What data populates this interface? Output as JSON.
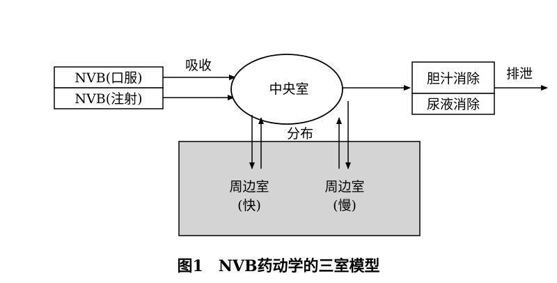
{
  "diagram": {
    "inputs": [
      {
        "label": "NVB(口服)"
      },
      {
        "label": "NVB(注射)"
      }
    ],
    "absorption_label": "吸收",
    "central": {
      "label": "中央室"
    },
    "distribution_label": "分布",
    "peripheral": [
      {
        "line1": "周边室",
        "line2": "(快)"
      },
      {
        "line1": "周边室",
        "line2": "(慢)"
      }
    ],
    "elimination": [
      {
        "label": "胆汁消除"
      },
      {
        "label": "尿液消除"
      }
    ],
    "excretion_label": "排泄",
    "caption": "图1　NVB药动学的三室模型",
    "colors": {
      "stroke": "#000000",
      "peripheral_fill": "#d4d4d4",
      "background": "#ffffff"
    }
  }
}
